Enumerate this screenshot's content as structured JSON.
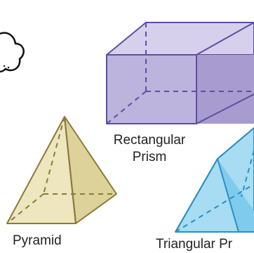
{
  "labels": {
    "rectangular_prism_line1": "Rectangular",
    "rectangular_prism_line2": "Prism",
    "pyramid": "Pyramid",
    "triangular_prism": "Triangular Pr"
  },
  "colors": {
    "prism_front": "#bdb4dd",
    "prism_top": "#d6d0ec",
    "prism_side": "#a79bd0",
    "prism_stroke": "#5b4fa3",
    "pyramid_left": "#ede6bf",
    "pyramid_right": "#ddd29a",
    "pyramid_stroke": "#8a7a3a",
    "triangular_fill": "#a8dcf2",
    "triangular_side": "#7fcbed",
    "triangular_stroke": "#2a8fc4",
    "thought_bubble_stroke": "#111111"
  }
}
